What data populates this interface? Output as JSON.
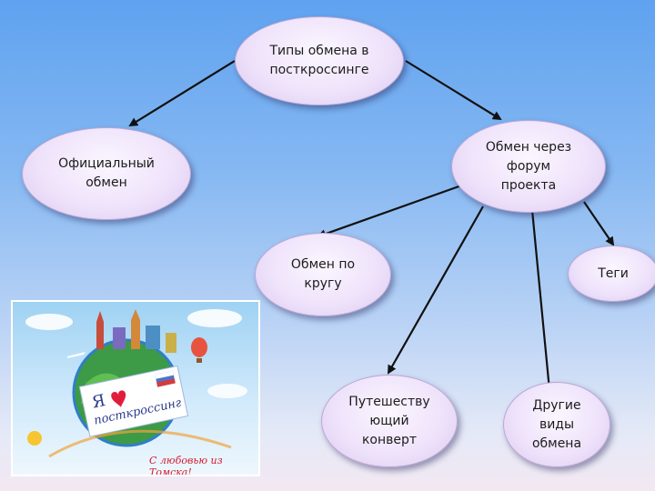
{
  "diagram": {
    "nodes": {
      "root": "Типы обмена в\nпосткроссинге",
      "official": "Официальный\nобмен",
      "forum": "Обмен через\nфорум\nпроекта",
      "circle": "Обмен по\nкругу",
      "tags": "Теги",
      "envelope": "Путешеству\nющий\nконверт",
      "other": "Другие\nвиды\nобмена"
    }
  },
  "image": {
    "logo_text_line1": "Я",
    "logo_text_line2": "посткроссинг",
    "caption": "С любовью из Томска!"
  },
  "colors": {
    "node_fill": "#efe3fb",
    "arrow": "#111111",
    "background_top": "#5fa2ef",
    "heart": "#e01e3c"
  }
}
